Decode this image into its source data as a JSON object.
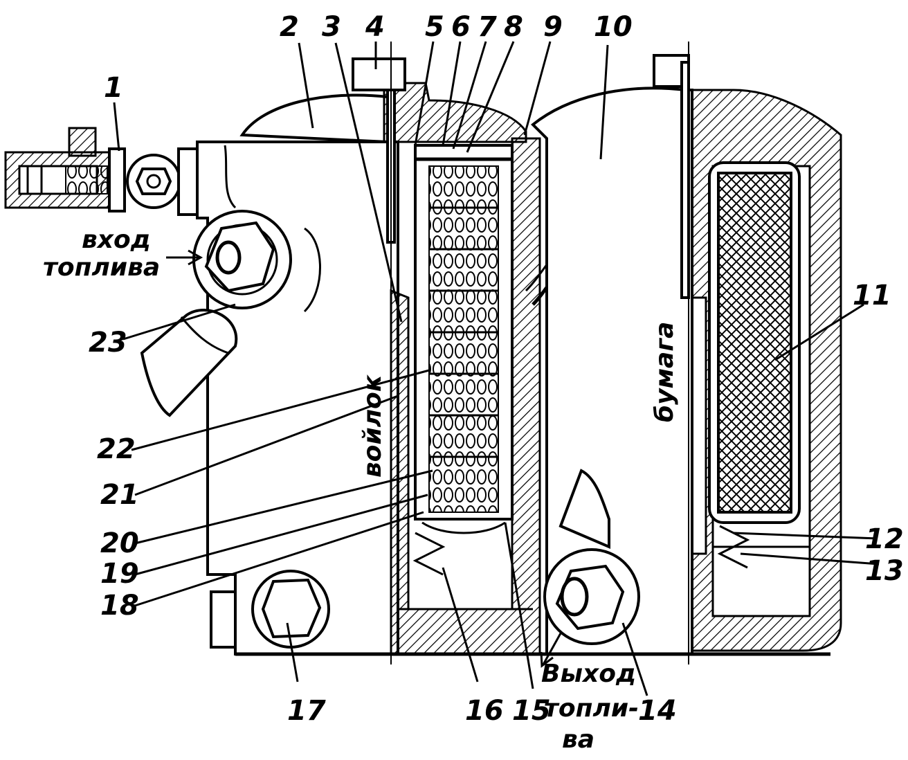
{
  "labels": {
    "n1": "1",
    "n2": "2",
    "n3": "3",
    "n4": "4",
    "n5": "5",
    "n6": "6",
    "n7": "7",
    "n8": "8",
    "n9": "9",
    "n10": "10",
    "n11": "11",
    "n12": "12",
    "n13": "13",
    "n14": "14",
    "n15": "15",
    "n16": "16",
    "n17": "17",
    "n18": "18",
    "n19": "19",
    "n20": "20",
    "n21": "21",
    "n22": "22",
    "n23": "23"
  },
  "captions": {
    "inlet_line1": "вход",
    "inlet_line2": "топлива",
    "outlet_line1": "Выход",
    "outlet_line2": "топли-",
    "outlet_line3": "ва",
    "felt": "войлок",
    "paper": "бумага"
  }
}
